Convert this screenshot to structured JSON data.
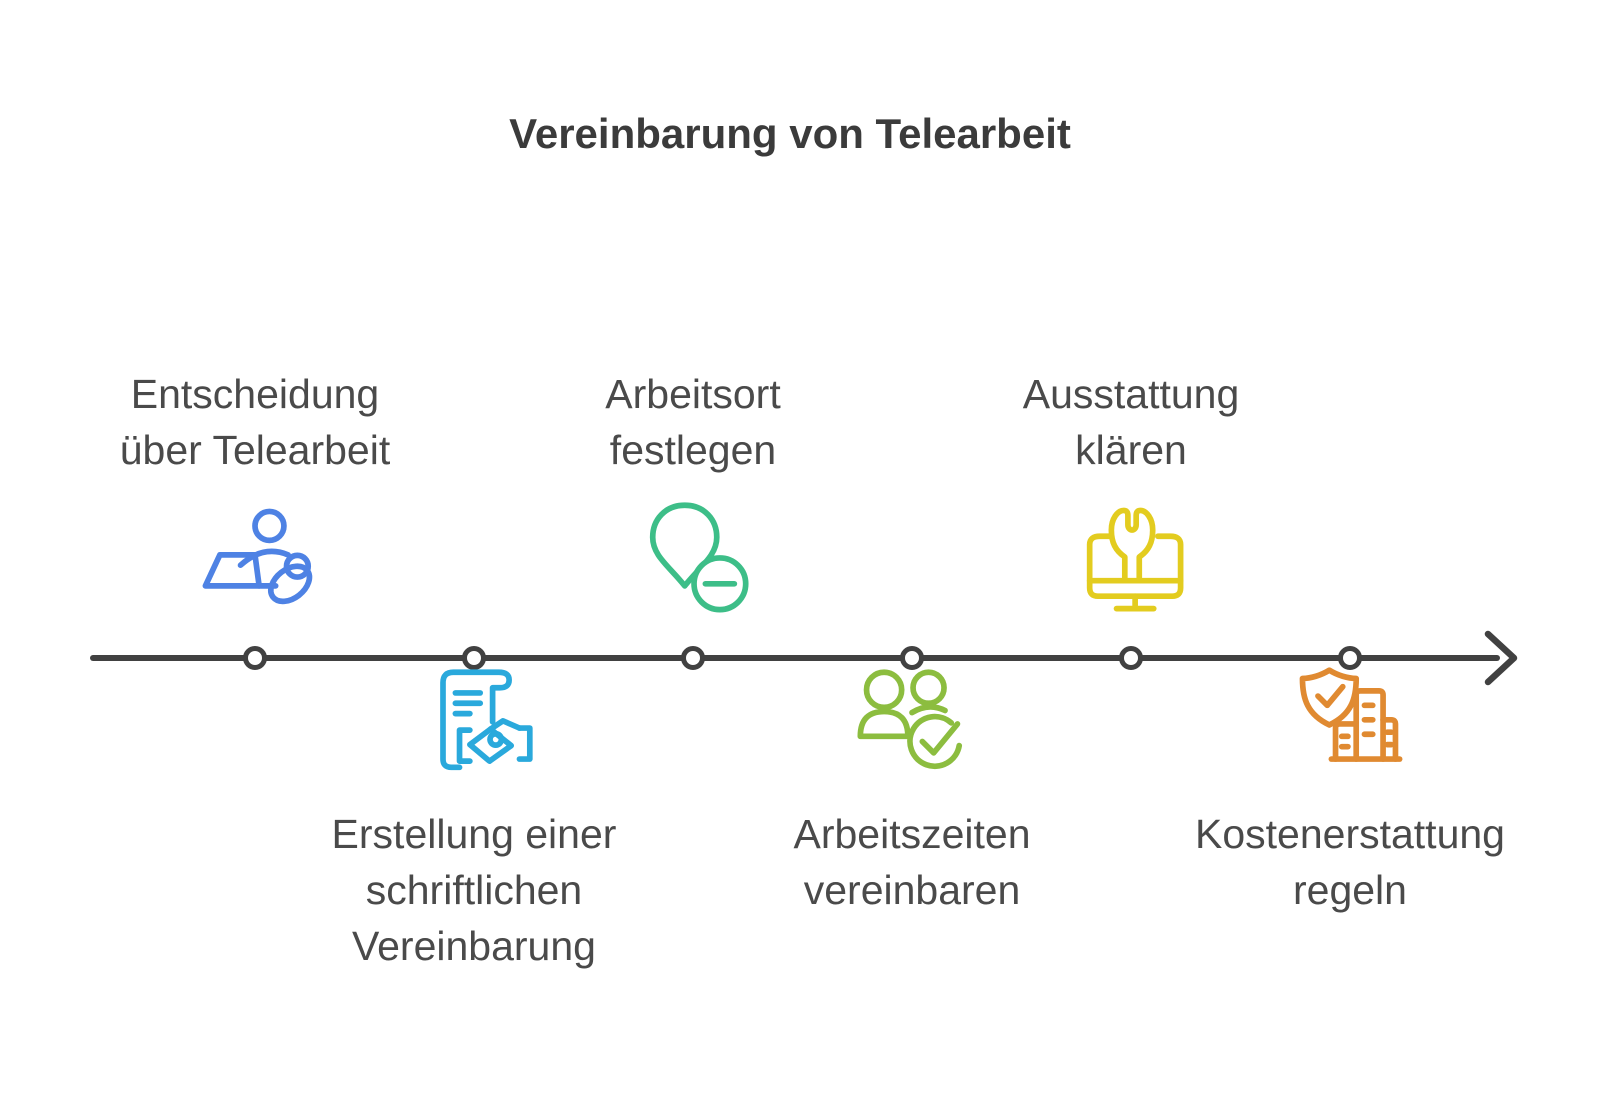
{
  "title": "Vereinbarung von Telearbeit",
  "colors": {
    "background": "#ffffff",
    "timeline": "#414141",
    "label_text": "#4a4a4a",
    "title_text": "#3b3b3b"
  },
  "timeline": {
    "node_count": 6,
    "direction": "left-to-right"
  },
  "steps": [
    {
      "id": 1,
      "position": "above",
      "label": "Entscheidung\nüber Telearbeit",
      "icon": "person-laptop-icon",
      "color": "#4e82e4"
    },
    {
      "id": 2,
      "position": "below",
      "label": "Erstellung einer\nschriftlichen\nVereinbarung",
      "icon": "document-handshake-icon",
      "color": "#2aa9dc"
    },
    {
      "id": 3,
      "position": "above",
      "label": "Arbeitsort\nfestlegen",
      "icon": "location-pin-minus-icon",
      "color": "#3dbe88"
    },
    {
      "id": 4,
      "position": "below",
      "label": "Arbeitszeiten\nvereinbaren",
      "icon": "people-check-icon",
      "color": "#8cbd3f"
    },
    {
      "id": 5,
      "position": "above",
      "label": "Ausstattung\nklären",
      "icon": "monitor-wrench-icon",
      "color": "#e3cc1f"
    },
    {
      "id": 6,
      "position": "below",
      "label": "Kostenerstattung\nregeln",
      "icon": "shield-buildings-check-icon",
      "color": "#e08a31"
    }
  ]
}
